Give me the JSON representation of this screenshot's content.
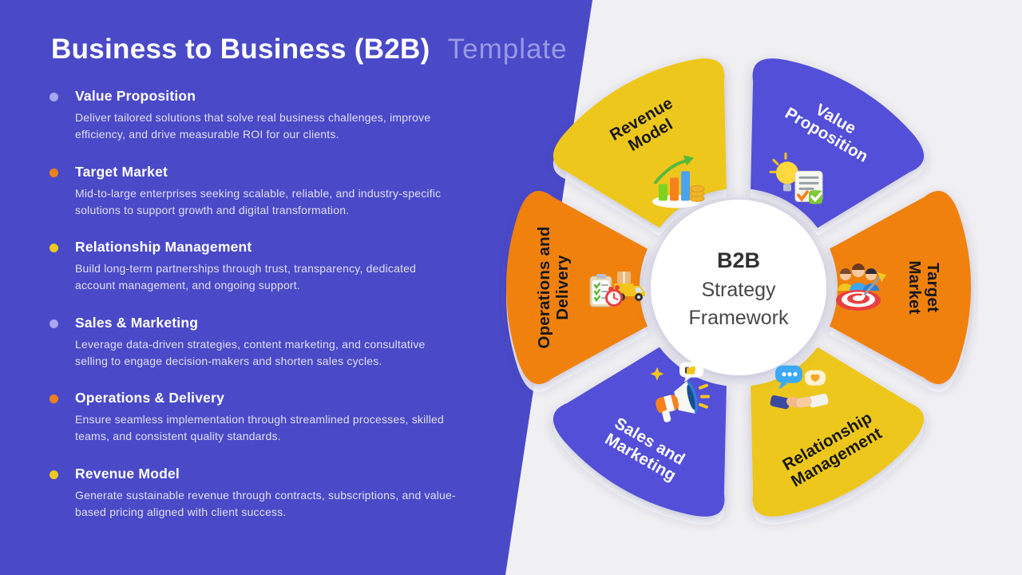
{
  "slide": {
    "title_main": "Business to Business (B2B)",
    "title_suffix": "Template"
  },
  "colors": {
    "panel_purple": "#4a49c8",
    "petal_purple": "#5250d8",
    "petal_orange": "#f0810e",
    "petal_yellow": "#eec71a",
    "background_gray": "#f0eff1",
    "title_suffix_color": "#9a99e6"
  },
  "list": {
    "items": [
      {
        "heading": "Value Proposition",
        "body": "Deliver tailored solutions that solve real business challenges, improve efficiency, and drive measurable ROI for our clients.",
        "bullet_color": "#a8a6ef"
      },
      {
        "heading": "Target Market",
        "body": "Mid-to-large enterprises seeking scalable, reliable, and industry-specific solutions to support growth and digital transformation.",
        "bullet_color": "#f0811a"
      },
      {
        "heading": "Relationship Management",
        "body": "Build long-term partnerships through trust, transparency, dedicated account management, and ongoing support.",
        "bullet_color": "#f0c91f"
      },
      {
        "heading": "Sales & Marketing",
        "body": "Leverage data-driven strategies, content marketing, and consultative selling to engage decision-makers and shorten sales cycles.",
        "bullet_color": "#a8a6ef"
      },
      {
        "heading": "Operations & Delivery",
        "body": "Ensure seamless implementation through streamlined processes, skilled teams, and consistent quality standards.",
        "bullet_color": "#f0811a"
      },
      {
        "heading": "Revenue Model",
        "body": "Generate sustainable revenue through contracts, subscriptions, and value-based pricing aligned with client success.",
        "bullet_color": "#f0c91f"
      }
    ]
  },
  "diagram": {
    "center": {
      "line1": "B2B",
      "line2": "Strategy",
      "line3": "Framework"
    },
    "petals": [
      {
        "label": "Revenue Model",
        "lines": [
          "Revenue",
          "Model"
        ],
        "angle": -120,
        "label_rotation": -30,
        "color": "#eec71a",
        "text_color": "#171717",
        "icon": "growth-chart-icon"
      },
      {
        "label": "Value Proposition",
        "lines": [
          "Value",
          "Proposition"
        ],
        "angle": -60,
        "label_rotation": 30,
        "color": "#5250d8",
        "text_color": "#ffffff",
        "icon": "idea-checklist-icon"
      },
      {
        "label": "Target Market",
        "lines": [
          "Target",
          "Market"
        ],
        "angle": 0,
        "label_rotation": 90,
        "color": "#f0810e",
        "text_color": "#171717",
        "icon": "target-audience-icon"
      },
      {
        "label": "Relationship Management",
        "lines": [
          "Relationship",
          "Management"
        ],
        "angle": 60,
        "label_rotation": -30,
        "color": "#eec71a",
        "text_color": "#171717",
        "icon": "handshake-icon"
      },
      {
        "label": "Sales and Marketing",
        "lines": [
          "Sales and",
          "Marketing"
        ],
        "angle": 120,
        "label_rotation": 30,
        "color": "#5250d8",
        "text_color": "#ffffff",
        "icon": "megaphone-icon"
      },
      {
        "label": "Operations and Delivery",
        "lines": [
          "Operations and",
          "Delivery"
        ],
        "angle": 180,
        "label_rotation": -90,
        "color": "#f0810e",
        "text_color": "#171717",
        "icon": "delivery-truck-icon"
      }
    ]
  }
}
